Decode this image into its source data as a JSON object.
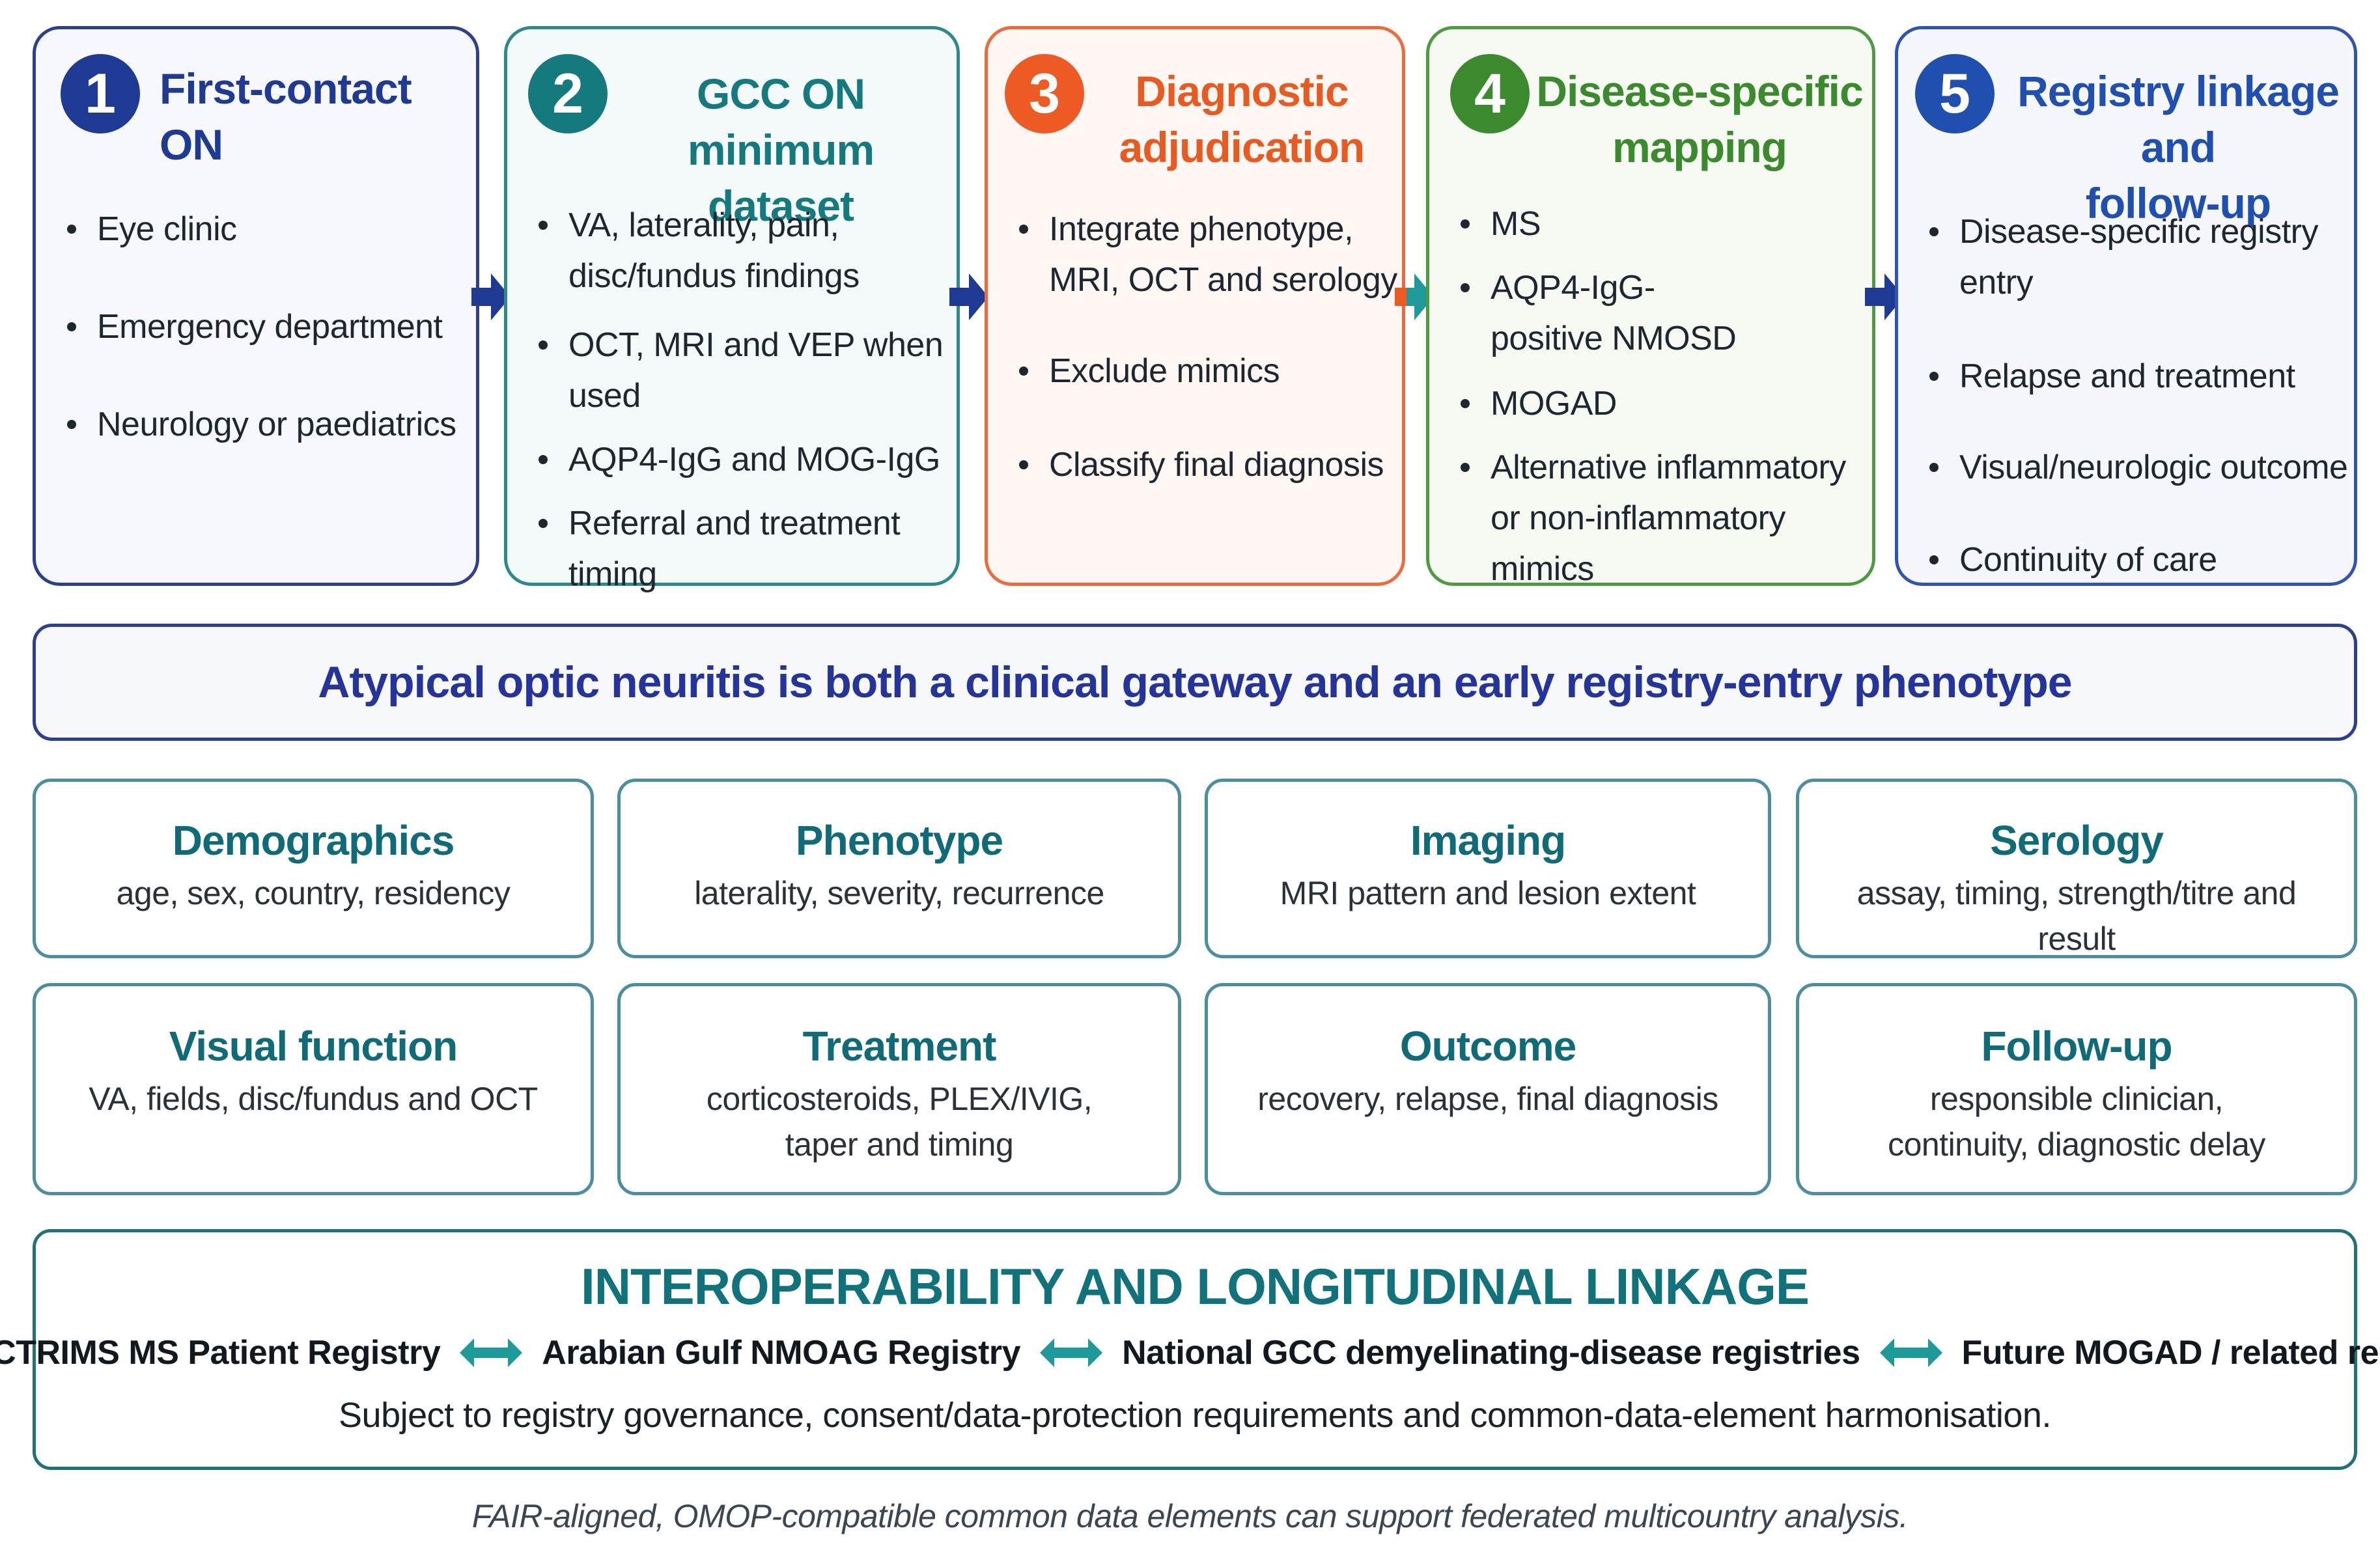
{
  "steps": [
    {
      "number": "1",
      "title_lines": [
        "First-contact ON"
      ],
      "items": [
        "Eye clinic",
        "Emergency department",
        "Neurology or paediatrics"
      ],
      "color": "#1f3a93"
    },
    {
      "number": "2",
      "title_lines": [
        "GCC ON",
        "minimum dataset"
      ],
      "items": [
        "VA, laterality, pain, disc/fundus findings",
        "OCT, MRI and VEP when used",
        "AQP4-IgG and MOG-IgG",
        "Referral and treatment timing"
      ],
      "color": "#157a7e"
    },
    {
      "number": "3",
      "title_lines": [
        "Diagnostic",
        "adjudication"
      ],
      "items": [
        "Integrate phenotype, MRI, OCT and serology",
        "Exclude mimics",
        "Classify final diagnosis"
      ],
      "color": "#ee5a24"
    },
    {
      "number": "4",
      "title_lines": [
        "Disease-specific",
        "mapping"
      ],
      "items": [
        "MS",
        "AQP4-IgG-positive NMOSD",
        "MOGAD",
        "Alternative inflammatory or non-inflammatory mimics"
      ],
      "color": "#3b8a2e"
    },
    {
      "number": "5",
      "title_lines": [
        "Registry linkage and",
        "follow-up"
      ],
      "items": [
        "Disease-specific registry entry",
        "Relapse and treatment",
        "Visual/neurologic outcome",
        "Continuity of care"
      ],
      "color": "#1f4fb0"
    }
  ],
  "banner": "Atypical optic neuritis is both a clinical gateway and an early registry-entry phenotype",
  "data_elements": [
    {
      "title": "Demographics",
      "desc": "age, sex, country, residency"
    },
    {
      "title": "Phenotype",
      "desc": "laterality, severity, recurrence"
    },
    {
      "title": "Imaging",
      "desc": "MRI pattern and lesion extent"
    },
    {
      "title": "Serology",
      "desc": "assay, timing, strength/titre and result"
    },
    {
      "title": "Visual function",
      "desc": "VA, fields, disc/fundus and OCT"
    },
    {
      "title": "Treatment",
      "desc": "corticosteroids, PLEX/IVIG, taper and timing"
    },
    {
      "title": "Outcome",
      "desc": "recovery, relapse, final diagnosis"
    },
    {
      "title": "Follow-up",
      "desc": "responsible clinician, continuity, diagnostic delay"
    }
  ],
  "interop": {
    "title": "INTEROPERABILITY AND LONGITUDINAL LINKAGE",
    "registries": [
      "MENACTRIMS MS Patient Registry",
      "Arabian Gulf NMOAG Registry",
      "National GCC demyelinating-disease registries",
      "Future MOGAD / related registries"
    ],
    "note": "Subject to registry governance, consent/data-protection requirements and common-data-element harmonisation."
  },
  "footer": "FAIR-aligned, OMOP-compatible common data elements can support federated multicountry analysis.",
  "colors": {
    "step_bg": "#f5f7fc",
    "banner_text": "#24349a",
    "card_title": "#0f6b78",
    "arrow_blue": "#1f3a93",
    "arrow_teal": "#1f9a9a"
  }
}
